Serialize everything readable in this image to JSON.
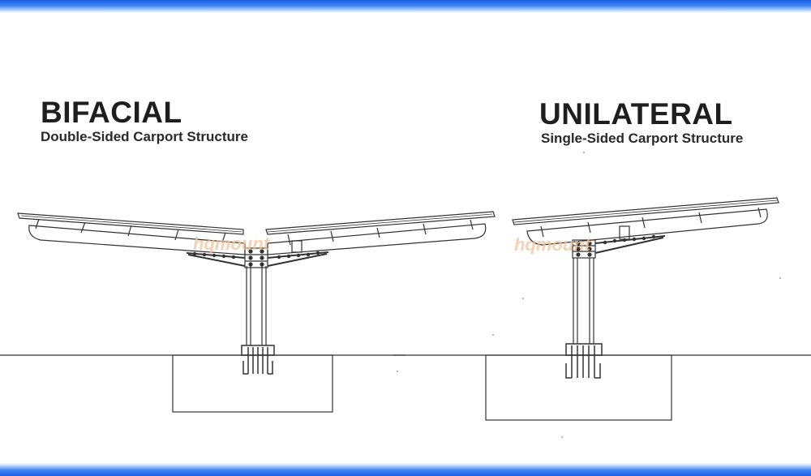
{
  "bifacial": {
    "title": "BIFACIAL",
    "subtitle": "Double-Sided Carport Structure"
  },
  "unilateral": {
    "title": "UNILATERAL",
    "subtitle": "Single-Sided Carport Structure"
  },
  "watermark": {
    "text": "hqmount"
  },
  "colors": {
    "band": "#2f78f0",
    "line": "#333333",
    "watermark": "#f2c49a"
  }
}
